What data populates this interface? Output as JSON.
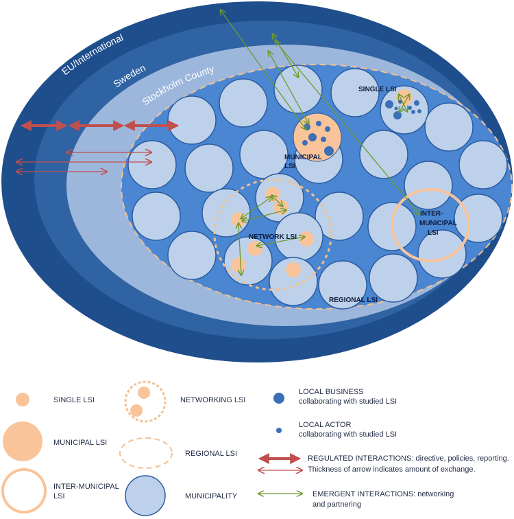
{
  "diagram": {
    "levels": {
      "eu": "EU/International",
      "sweden": "Sweden",
      "county": "Stockholm County"
    },
    "labels": {
      "single_lsi": "SINGLE LSI",
      "municipal_lsi_1": "MUNICIPAL",
      "municipal_lsi_2": "LSI",
      "inter_municipal_1": "INTER-",
      "inter_municipal_2": "MUNICIPAL",
      "inter_municipal_3": "LSI",
      "network_lsi": "NETWORK LSI",
      "regional_lsi": "REGIONAL LSI"
    },
    "colors": {
      "eu_blue": "#1f4e8c",
      "sweden_blue": "#2f63a3",
      "county_blue": "#9db7dc",
      "municipality_fill": "#bdd1ea",
      "municipality_stroke": "#2a5aa0",
      "lsi_orange": "#f9c49a",
      "regulated_red": "#c0504d",
      "emergent_green": "#6c9a2d",
      "business_blue": "#3c6fb8"
    }
  },
  "legend": {
    "single_lsi": "SINGLE LSI",
    "municipal_lsi": "MUNICIPAL LSI",
    "inter_municipal_1": "INTER-MUNICIPAL",
    "inter_municipal_2": "LSI",
    "networking_lsi": "NETWORKING LSI",
    "regional_lsi": "REGIONAL LSI",
    "municipality": "MUNICIPALITY",
    "local_business_1": "LOCAL BUSINESS",
    "local_business_2": "collaborating with studied LSI",
    "local_actor_1": "LOCAL ACTOR",
    "local_actor_2": "collaborating with studied LSI",
    "regulated_1": "REGULATED INTERACTIONS: directive, policies, reporting.",
    "regulated_2": "Thickness of arrow indicates amount of exchange.",
    "emergent_1": "EMERGENT INTERACTIONS: networking",
    "emergent_2": "and partnering"
  }
}
